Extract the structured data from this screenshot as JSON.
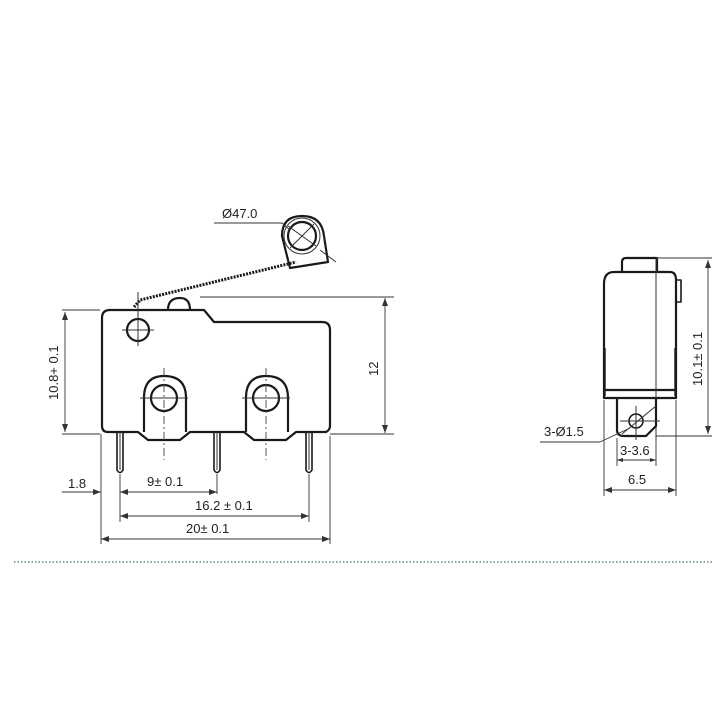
{
  "diagram": {
    "title": "Micro switch with roller lever - dimensional drawing",
    "front_view": {
      "roller_diameter_label": "Ø47.0",
      "body_height_label": "10.8+ 0.1",
      "overall_height_label": "12",
      "pin_offset_label": "1.8",
      "pin_spacing_label": "9± 0.1",
      "outer_pin_spacing_label": "16.2 ± 0.1",
      "body_length_label": "20± 0.1"
    },
    "side_view": {
      "height_label": "10.1± 0.1",
      "hole_label": "3-Ø1.5",
      "pin_width_label": "3-3.6",
      "width_label": "6.5"
    },
    "separator": {
      "style": "dotted",
      "color": "#8aa4a8"
    }
  }
}
